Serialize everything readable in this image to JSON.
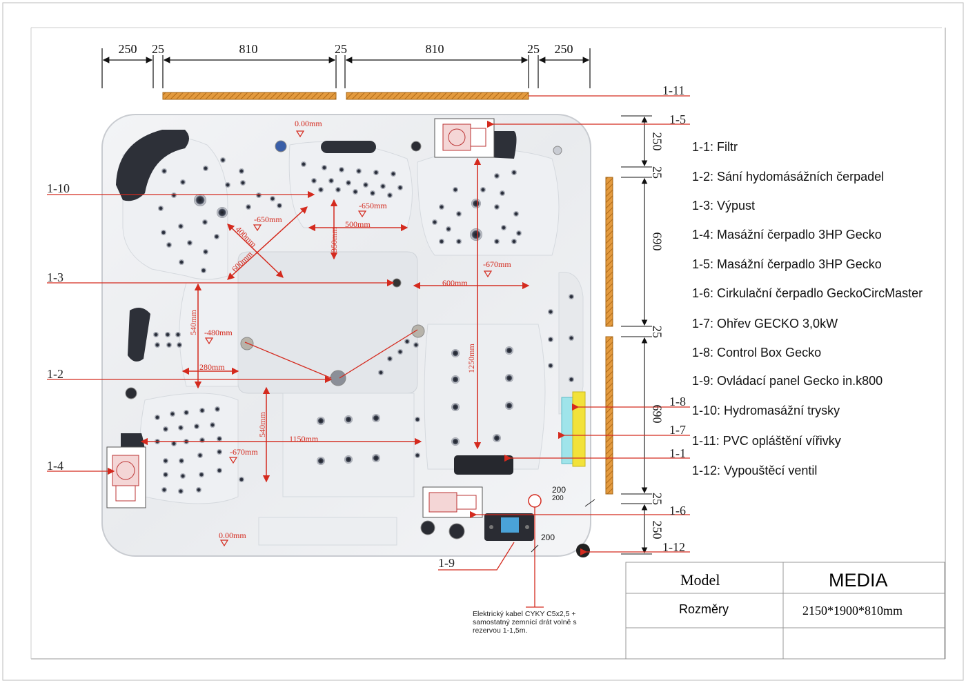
{
  "top_dimensions": [
    "250",
    "25",
    "810",
    "25",
    "810",
    "25",
    "250"
  ],
  "right_dimensions": [
    "250",
    "25",
    "690",
    "25",
    "690",
    "25",
    "250"
  ],
  "inner_dimensions": {
    "d650a": "-650mm",
    "d650b": "-650mm",
    "d500": "500mm",
    "d350": "350mm",
    "d400": "400mm",
    "d600diag": "600mm",
    "d670a": "-670mm",
    "d600": "600mm",
    "d540a": "540mm",
    "d480": "-480mm",
    "d280": "280mm",
    "d1250": "1250mm",
    "d540b": "540mm",
    "d1150": "1150mm",
    "d670b": "-670mm",
    "d000a": "0.00mm",
    "d000b": "0.00mm",
    "d200a": "200",
    "d200b": "200",
    "d200c": "200"
  },
  "callouts": {
    "c1_10": "1-10",
    "c1_3": "1-3",
    "c1_2": "1-2",
    "c1_4": "1-4",
    "c1_9": "1-9",
    "c1_11": "1-11",
    "c1_5": "1-5",
    "c1_8": "1-8",
    "c1_7": "1-7",
    "c1_1": "1-1",
    "c1_6": "1-6",
    "c1_12": "1-12"
  },
  "legend": [
    "1-1: Filtr",
    "1-2: Sání hydomásážních čerpadel",
    "1-3: Výpust",
    "1-4: Masážní čerpadlo 3HP Gecko",
    "1-5: Masážní čerpadlo 3HP Gecko",
    "1-6: Cirkulační čerpadlo GeckoCircMaster",
    "1-7: Ohřev GECKO 3,0kW",
    "1-8:  Control Box Gecko",
    "1-9: Ovládací panel Gecko in.k800",
    "1-10: Hydromasážní trysky",
    "1-11:  PVC opláštění vířivky",
    "1-12: Vypouštěcí ventil"
  ],
  "title_block": {
    "model_label": "Model",
    "model_value": "MEDIA",
    "size_label": "Rozměry",
    "size_value": "2150*1900*810mm"
  },
  "cable_note": [
    "Elektrický kabel CYKY C5x2,5 +",
    "samostatný zemnící drát volně s",
    "rezervou 1-1,5m."
  ],
  "colors": {
    "red": "#d42a1e",
    "orange_panel": "#e8a24a",
    "yellow_box": "#f2e23a",
    "cyan_heater": "#9fe4ea",
    "jet_dark": "#3a3f4a"
  }
}
